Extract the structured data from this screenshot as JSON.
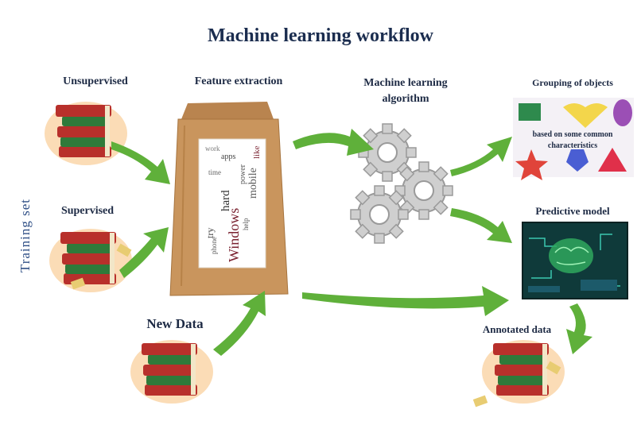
{
  "title": "Machine learning workflow",
  "vertical_label": "Training set",
  "labels": {
    "unsupervised": "Unsupervised",
    "supervised": "Supervised",
    "new_data": "New Data",
    "feature_extraction": "Feature extraction",
    "ml_algorithm_line1": "Machine learning",
    "ml_algorithm_line2": "algorithm",
    "grouping": "Grouping of objects",
    "grouping_sub_line1": "based on some common",
    "grouping_sub_line2": "characteristics",
    "predictive_model": "Predictive model",
    "annotated_data": "Annotated data"
  },
  "bag_words": [
    "Windows",
    "hard",
    "try",
    "mobile",
    "like",
    "power",
    "help",
    "time",
    "apps",
    "work",
    "phone"
  ],
  "colors": {
    "title": "#1b2d4f",
    "arrow": "#5fb03a",
    "book_red": "#b8302b",
    "book_green": "#2f7a3a",
    "bag": "#c9955d",
    "gear": "#d0d0d0",
    "screen": "#0f3a3a"
  }
}
